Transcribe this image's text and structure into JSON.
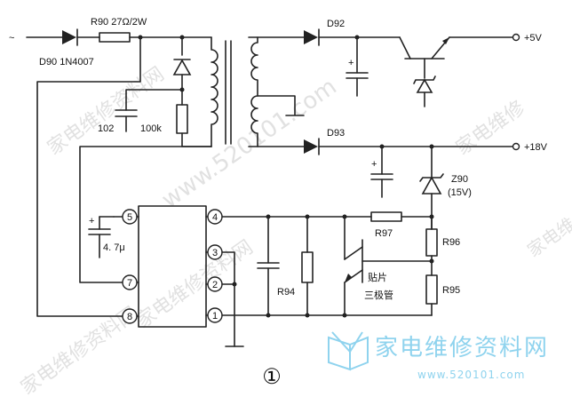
{
  "labels": {
    "ac_symbol": "~",
    "r90": "R90  27Ω/2W",
    "d90": "D90  1N4007",
    "c102": "102",
    "r100k": "100k",
    "d92": "D92",
    "d93": "D93",
    "out5v": "+5V",
    "out18v": "+18V",
    "z90": "Z90",
    "z90_val": "(15V)",
    "r97": "R97",
    "r96": "R96",
    "r95": "R95",
    "r94": "R94",
    "c47": "4. 7μ",
    "transistor_1": "贴片",
    "transistor_2": "三极管",
    "figure_number": "①"
  },
  "ic_pins": [
    "5",
    "7",
    "8",
    "4",
    "3",
    "2",
    "1"
  ],
  "watermarks": [
    "家电维修资料网",
    "www.520101.com",
    "家电维修",
    "家电维修资料网",
    "家电维",
    "家电维修资料网"
  ],
  "logo": {
    "text": "家电维修资料网",
    "url": "www.520101.com"
  },
  "colors": {
    "wire": "#222222",
    "logo": "#8fd3ee",
    "watermark": "#c9c9c9"
  }
}
